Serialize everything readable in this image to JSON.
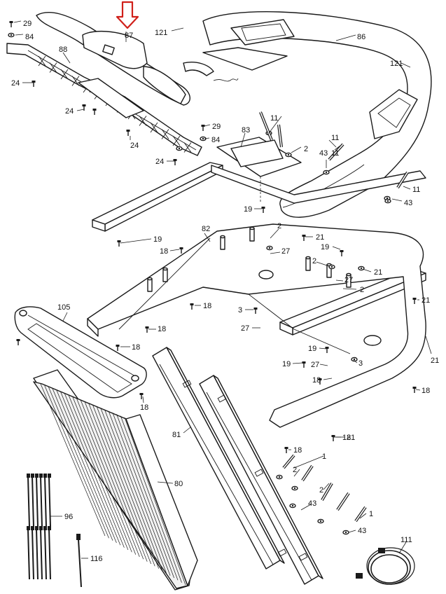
{
  "diagram": {
    "highlight_color": "#d0201a",
    "line_color": "#1a1a1a",
    "highlighted_part": "87",
    "callouts": [
      "29",
      "84",
      "87",
      "88",
      "121",
      "86",
      "24",
      "24",
      "24",
      "24",
      "29",
      "84",
      "11",
      "11",
      "83",
      "2",
      "43",
      "11",
      "11",
      "43",
      "19",
      "19",
      "82",
      "2",
      "21",
      "18",
      "27",
      "19",
      "21",
      "2",
      "27",
      "2",
      "21",
      "105",
      "18",
      "18",
      "3",
      "27",
      "21",
      "18",
      "18",
      "18",
      "19",
      "19",
      "18",
      "27",
      "3",
      "21",
      "18",
      "18",
      "81",
      "1",
      "2",
      "2",
      "43",
      "80",
      "96",
      "1",
      "43",
      "116",
      "111",
      "121"
    ]
  }
}
